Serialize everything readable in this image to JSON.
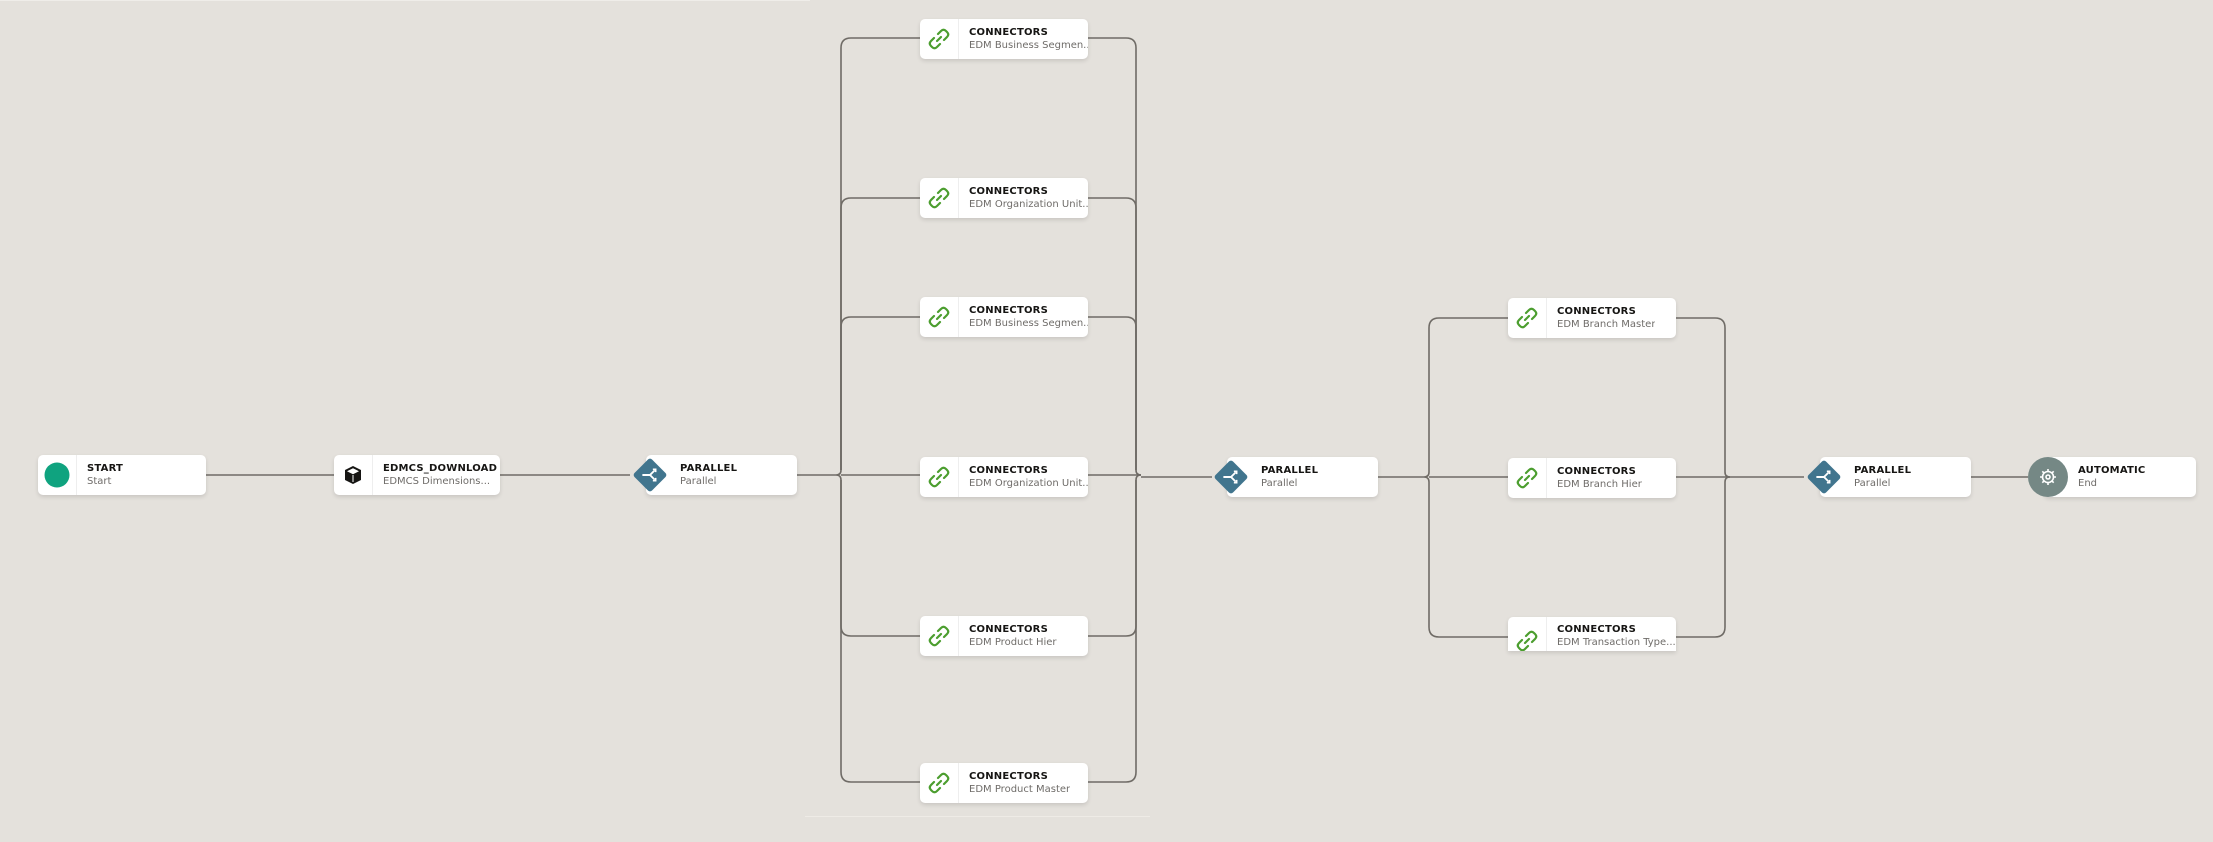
{
  "diagram": {
    "background": "#e4e1dc",
    "wire_color": "#6f6b66",
    "nodes": {
      "start": {
        "type": "START",
        "label": "Start",
        "icon": "green-circle-icon",
        "color": "#0fa37f"
      },
      "download": {
        "type": "EDMCS_DOWNLOAD",
        "label": "EDMCS Dimensions...",
        "icon": "cube-icon"
      },
      "parallel1": {
        "type": "PARALLEL",
        "label": "Parallel",
        "icon": "parallel-split-icon",
        "color": "#41758e"
      },
      "connectors_group1": [
        {
          "type": "CONNECTORS",
          "label": "EDM Business Segmen...",
          "icon": "link-icon"
        },
        {
          "type": "CONNECTORS",
          "label": "EDM Organization Unit...",
          "icon": "link-icon"
        },
        {
          "type": "CONNECTORS",
          "label": "EDM Business Segmen...",
          "icon": "link-icon"
        },
        {
          "type": "CONNECTORS",
          "label": "EDM Organization Unit...",
          "icon": "link-icon"
        },
        {
          "type": "CONNECTORS",
          "label": "EDM Product Hier",
          "icon": "link-icon"
        },
        {
          "type": "CONNECTORS",
          "label": "EDM Product Master",
          "icon": "link-icon"
        }
      ],
      "parallel2": {
        "type": "PARALLEL",
        "label": "Parallel",
        "icon": "parallel-split-icon",
        "color": "#41758e"
      },
      "connectors_group2": [
        {
          "type": "CONNECTORS",
          "label": "EDM Branch Master",
          "icon": "link-icon"
        },
        {
          "type": "CONNECTORS",
          "label": "EDM Branch Hier",
          "icon": "link-icon"
        },
        {
          "type": "CONNECTORS",
          "label": "EDM Transaction Type...",
          "icon": "link-icon"
        }
      ],
      "parallel3": {
        "type": "PARALLEL",
        "label": "Parallel",
        "icon": "parallel-split-icon",
        "color": "#41758e"
      },
      "end": {
        "type": "AUTOMATIC",
        "label": "End",
        "icon": "gear-icon",
        "color": "#758885"
      }
    },
    "link_icon_color": "#4c9e2f"
  }
}
